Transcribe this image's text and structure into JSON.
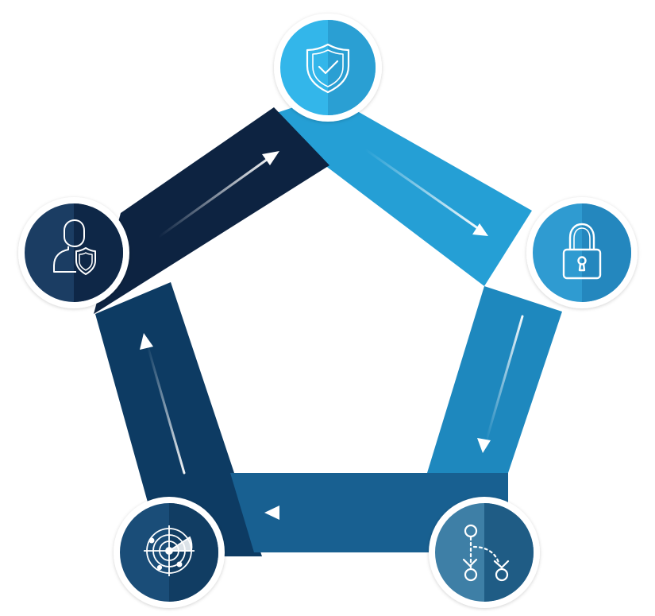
{
  "diagram": {
    "type": "pentagon-cycle",
    "direction": "clockwise",
    "nodes": [
      {
        "id": "top",
        "icon": "shield-check-icon",
        "color": "#33b6ea",
        "shade": "#2a9fd3"
      },
      {
        "id": "right",
        "icon": "padlock-icon",
        "color": "#2f9bd1",
        "shade": "#2487be"
      },
      {
        "id": "bottom-right",
        "icon": "workflow-icon",
        "color": "#3e7fa6",
        "shade": "#1f5c85"
      },
      {
        "id": "bottom-left",
        "icon": "radar-icon",
        "color": "#1a4d78",
        "shade": "#113d63"
      },
      {
        "id": "left",
        "icon": "user-shield-icon",
        "color": "#1b3d63",
        "shade": "#0e2747"
      }
    ],
    "segments": [
      {
        "from": "left",
        "to": "top",
        "color": "#0d2341"
      },
      {
        "from": "top",
        "to": "right",
        "color": "#259fd5"
      },
      {
        "from": "right",
        "to": "bottom-right",
        "color": "#1e88be"
      },
      {
        "from": "bottom-right",
        "to": "bottom-left",
        "color": "#186091"
      },
      {
        "from": "bottom-left",
        "to": "left",
        "color": "#0d3b63"
      }
    ]
  }
}
